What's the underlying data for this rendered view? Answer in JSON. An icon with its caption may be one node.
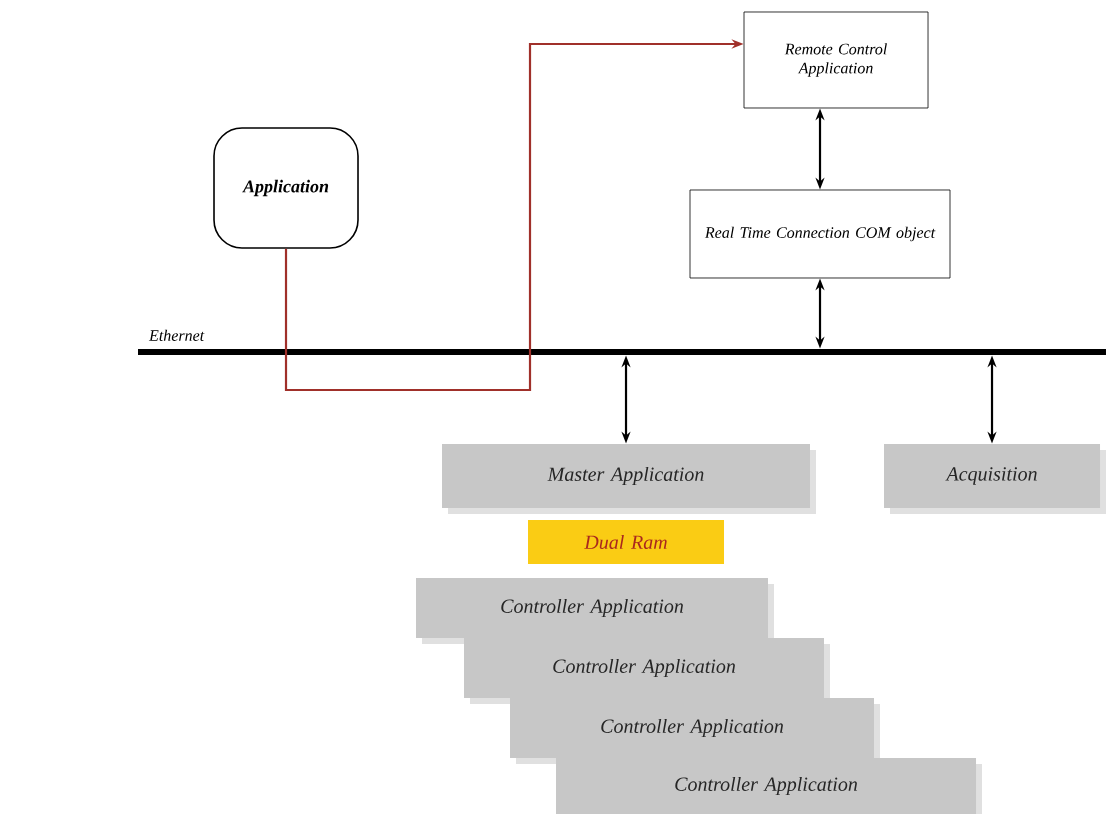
{
  "diagram": {
    "nodes": [
      {
        "text": [
          "Application"
        ]
      },
      {
        "text": [
          "Remote Control Application"
        ]
      },
      {
        "text": [
          "Real Time Connection COM object"
        ]
      },
      {
        "text": [],
        "shape": "bar",
        "beside": [
          "Ethernet"
        ]
      },
      {
        "text": [
          "Master Application"
        ]
      },
      {
        "text": [
          "Acquisition"
        ]
      },
      {
        "text": [
          "Dual Ram"
        ]
      },
      {
        "text": [
          "Controller Application"
        ]
      },
      {
        "text": [
          "Controller Application"
        ]
      },
      {
        "text": [
          "Controller Application"
        ]
      },
      {
        "text": [
          "Controller Application"
        ]
      }
    ],
    "edges": [
      {
        "from": 0,
        "to": 1,
        "arrow": "to",
        "color": "#a0302a"
      },
      {
        "from": 1,
        "to": 2,
        "arrow": "both"
      },
      {
        "from": 2,
        "to": 3,
        "arrow": "both"
      },
      {
        "from": 3,
        "to": 4,
        "arrow": "both"
      },
      {
        "from": 3,
        "to": 5,
        "arrow": "both"
      }
    ]
  }
}
